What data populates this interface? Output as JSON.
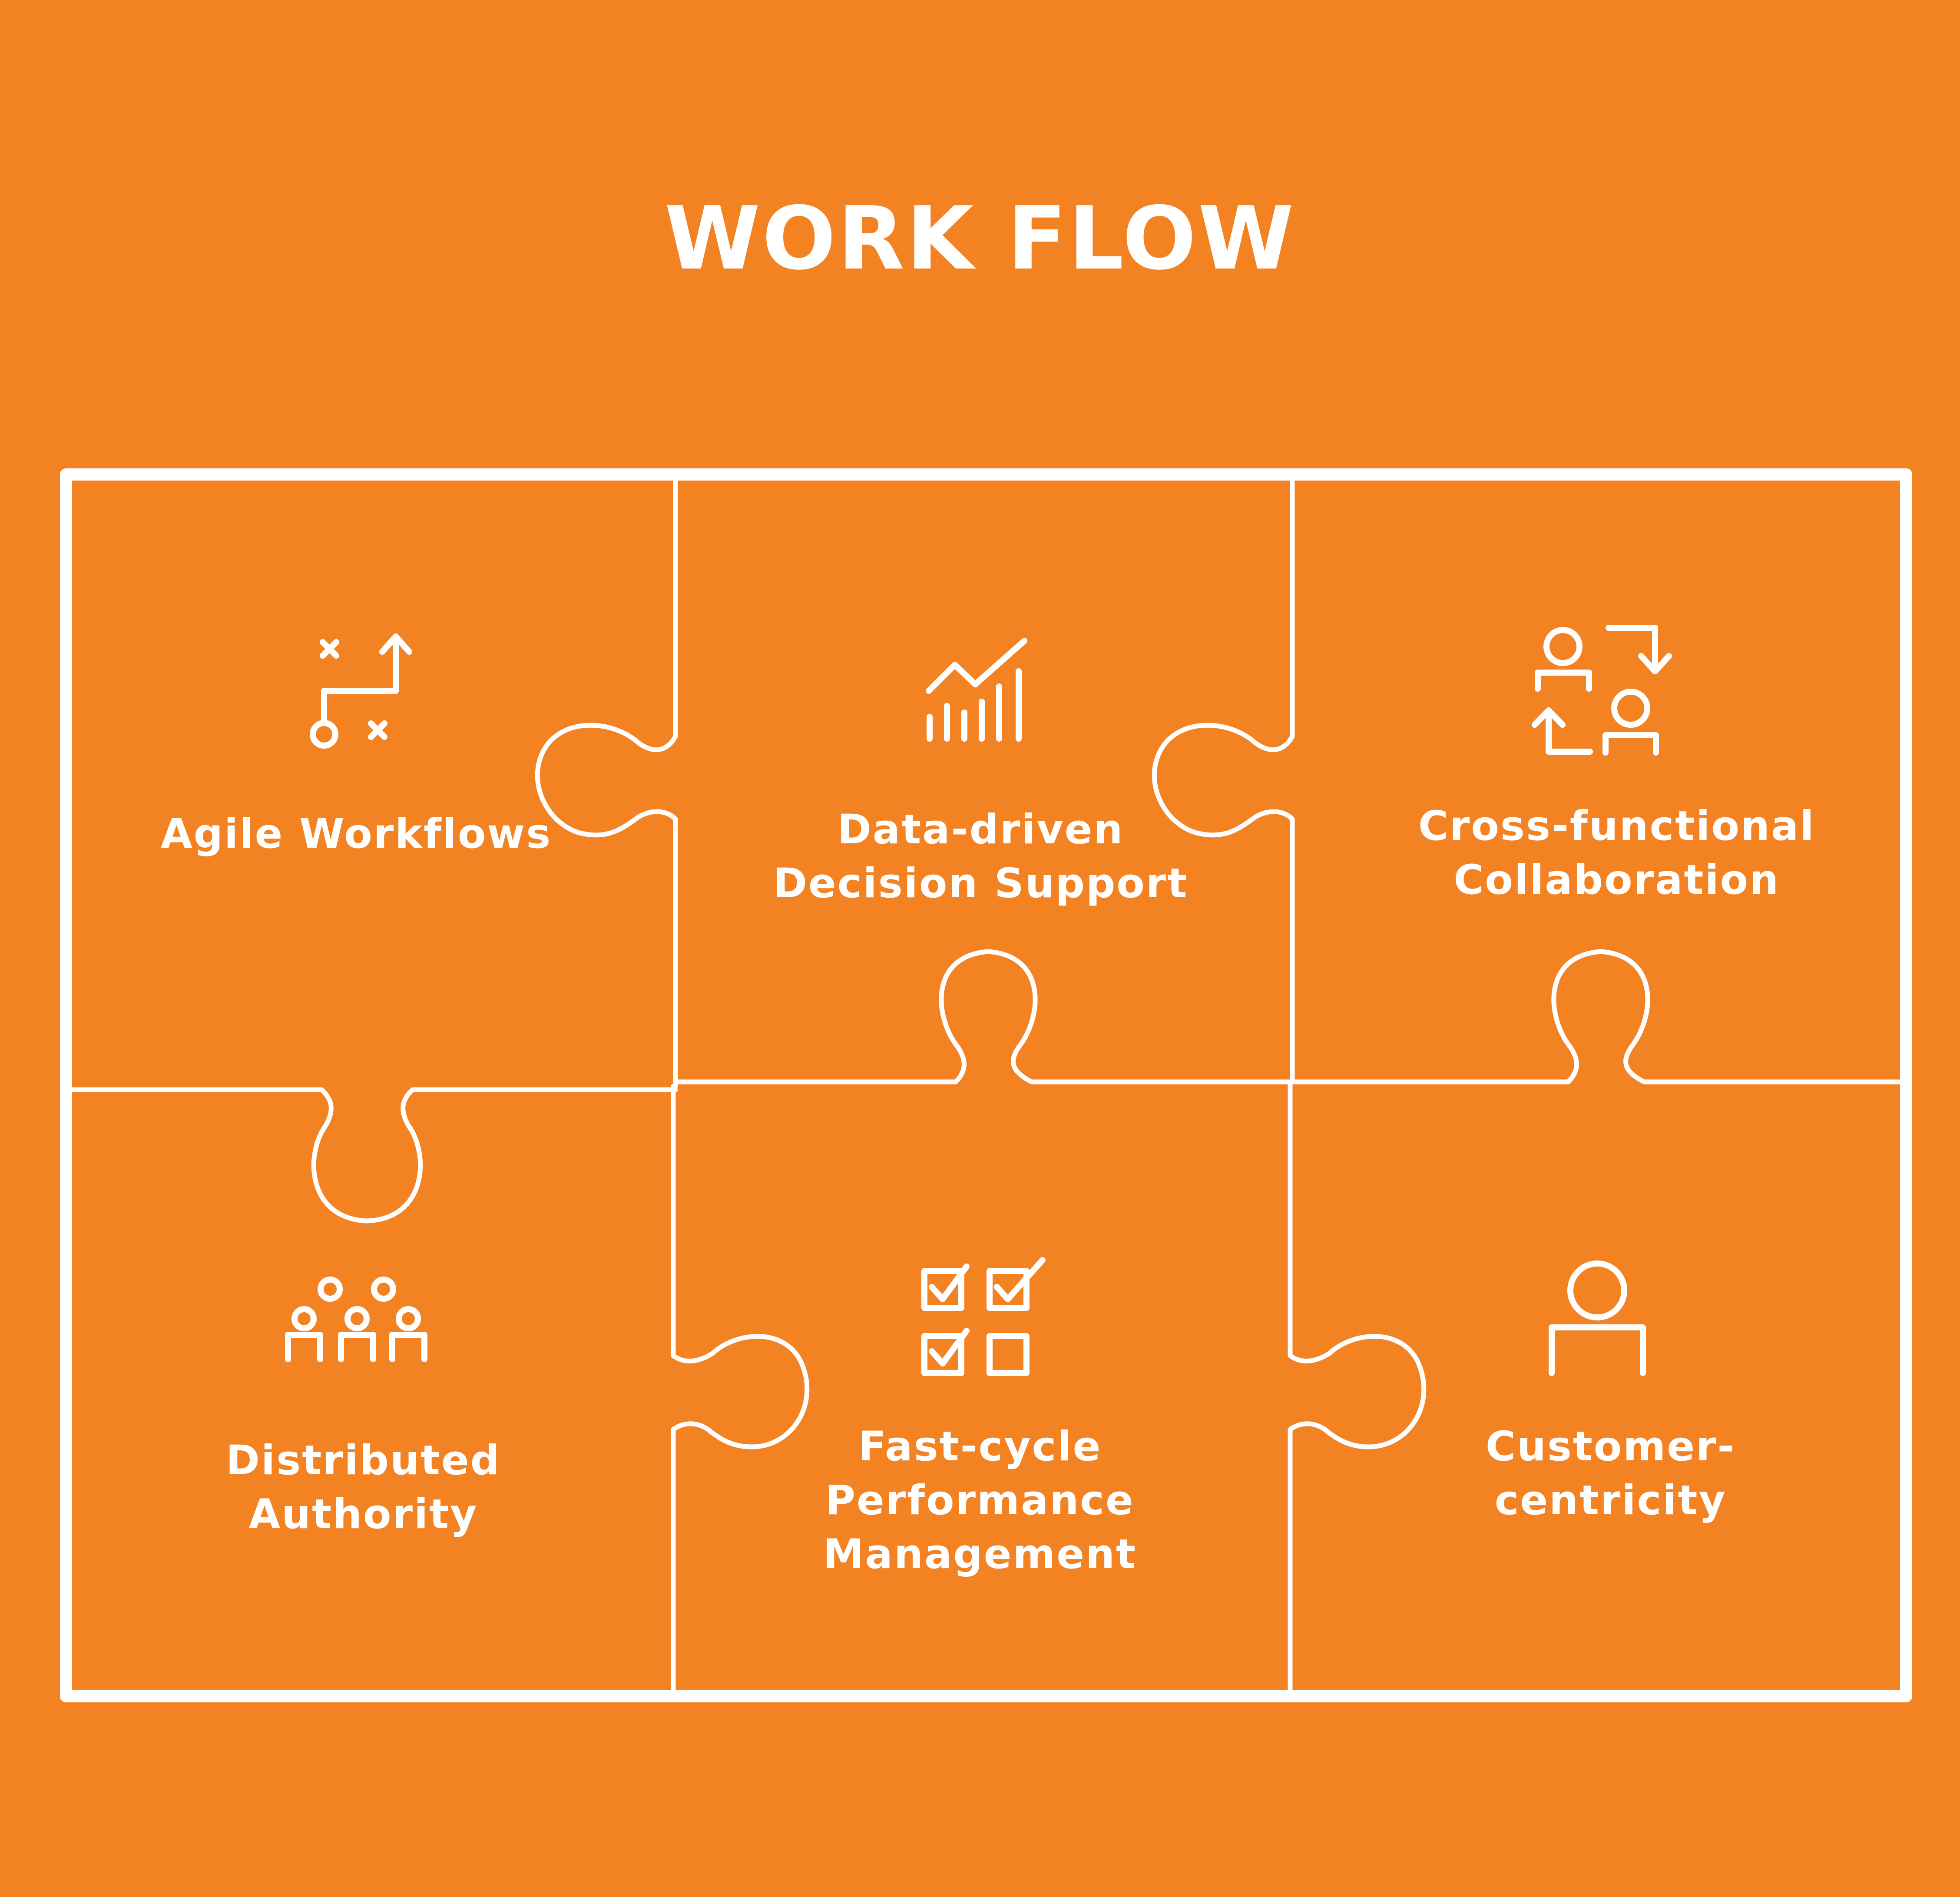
{
  "title": "WORK FLOW",
  "colors": {
    "background": "#F38223",
    "line": "#FFFFFF"
  },
  "pieces": [
    {
      "id": "agile",
      "icon": "workflow-strategy-icon",
      "lines": [
        "Agile Workflows"
      ]
    },
    {
      "id": "data",
      "icon": "bar-chart-trend-icon",
      "lines": [
        "Data-driven",
        "Decision Support"
      ]
    },
    {
      "id": "cross",
      "icon": "people-exchange-icon",
      "lines": [
        "Cross-functional",
        "Collaboration"
      ]
    },
    {
      "id": "distributed",
      "icon": "team-group-icon",
      "lines": [
        "Distributed",
        "Authority"
      ]
    },
    {
      "id": "fastcycle",
      "icon": "checklist-icon",
      "lines": [
        "Fast-cycle",
        "Performance",
        "Management"
      ]
    },
    {
      "id": "customer",
      "icon": "user-icon",
      "lines": [
        "Customer-",
        "centricity"
      ]
    }
  ]
}
